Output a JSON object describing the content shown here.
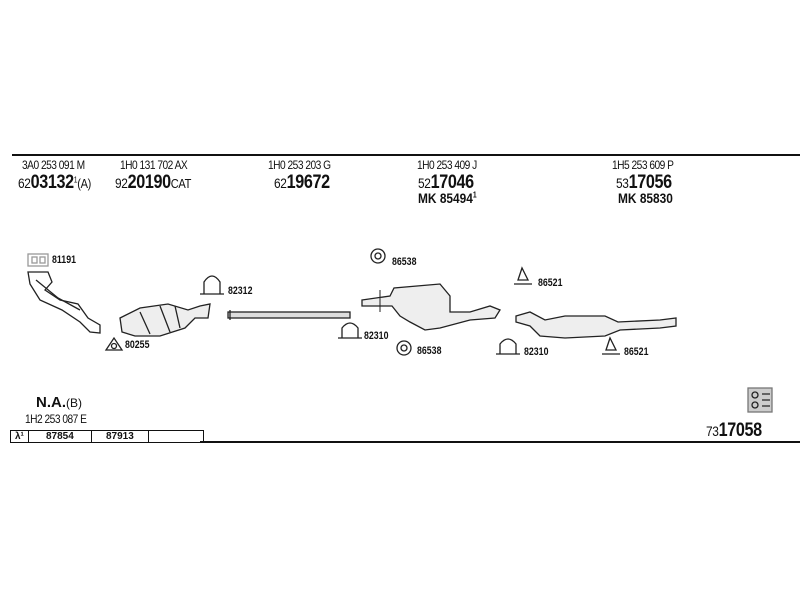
{
  "columns": [
    {
      "oe": "3A0 253 091 M",
      "prefix": "62",
      "main": "03132",
      "sup": "1",
      "suffix": "(A)"
    },
    {
      "oe": "1H0 131 702 AX",
      "prefix": "92",
      "main": "20190",
      "suffix": "CAT"
    },
    {
      "oe": "1H0 253 203 G",
      "prefix": "62",
      "main": "19672"
    },
    {
      "oe": "1H0 253 409 J",
      "prefix": "52",
      "main": "17046",
      "mk": "MK 85494",
      "mk_sup": "1"
    },
    {
      "oe": "1H5 253 609 P",
      "prefix": "53",
      "main": "17056",
      "mk": "MK 85830"
    }
  ],
  "parts": {
    "p81191": "81191",
    "p82312": "82312",
    "p80255": "80255",
    "p86538a": "86538",
    "p82310a": "82310",
    "p86538b": "86538",
    "p86521a": "86521",
    "p82310b": "82310",
    "p86521b": "86521"
  },
  "bottom_left": {
    "title": "N.A.",
    "title_suffix": "(B)",
    "oe": "1H2 253 087 E",
    "table": [
      "λ¹",
      "87854",
      "87913",
      ""
    ]
  },
  "kit": {
    "prefix": "73",
    "main": "17058"
  }
}
